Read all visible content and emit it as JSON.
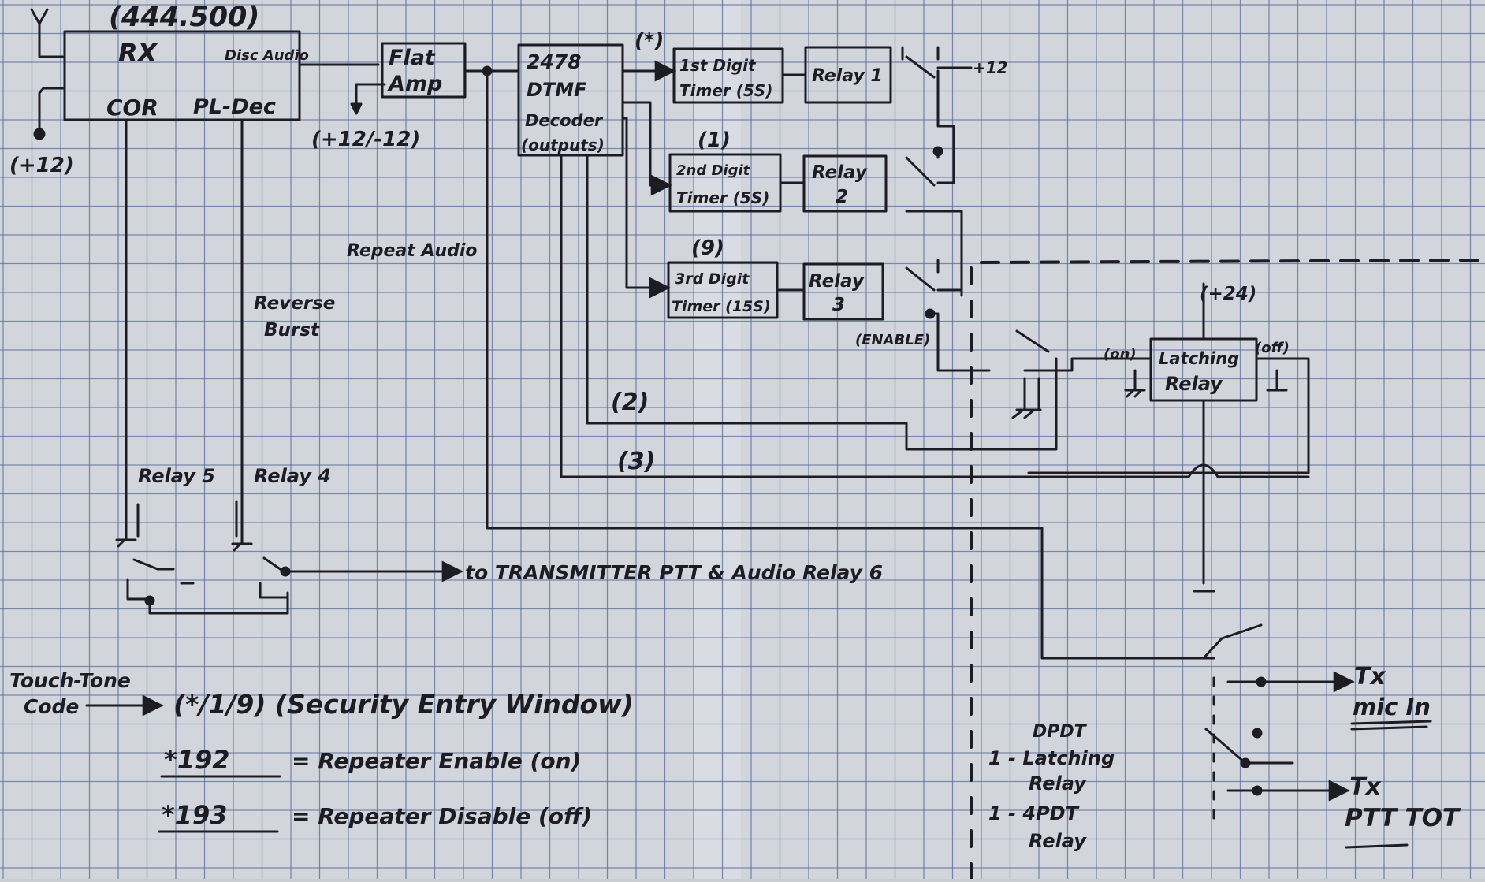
{
  "colors": {
    "paper": "#d2d5dc",
    "grid": "#5a6f9a",
    "ink": "#1c1c22",
    "shadow": "#aeb2bb"
  },
  "header": {
    "frequency": "(444.500)",
    "ant_voltage": "(+12)"
  },
  "rx": {
    "label": "RX",
    "cor": "COR",
    "pl_dec": "PL-Dec",
    "disc_audio": "Disc Audio"
  },
  "flat_amp": {
    "line1": "Flat",
    "line2": "Amp",
    "supply": "(+12/-12)"
  },
  "dtmf": {
    "line1": "2478",
    "line2": "DTMF",
    "line3": "Decoder",
    "line4": "(outputs)",
    "out_star": "(*)",
    "out_1": "(1)",
    "out_9": "(9)",
    "out_2": "(2)",
    "out_3": "(3)"
  },
  "timers": [
    {
      "line1": "1st Digit",
      "line2": "Timer (5S)"
    },
    {
      "line1": "2nd Digit",
      "line2": "Timer (5S)"
    },
    {
      "line1": "3rd Digit",
      "line2": "Timer (15S)"
    }
  ],
  "relays": {
    "relay1": "Relay 1",
    "relay1_supply": "+12",
    "relay2_l1": "Relay",
    "relay2_l2": "2",
    "relay3_l1": "Relay",
    "relay3_l2": "3",
    "enable": "(ENABLE)",
    "relay4": "Relay 4",
    "relay5": "Relay 5"
  },
  "latching": {
    "line1": "Latching",
    "line2": "Relay",
    "supply": "(+24)",
    "on": "(on)",
    "off": "(off)"
  },
  "signals": {
    "repeat_audio": "Repeat Audio",
    "reverse_burst_l1": "Reverse",
    "reverse_burst_l2": "Burst",
    "to_transmitter": "to TRANSMITTER  PTT & Audio Relay 6"
  },
  "outputs": {
    "tx1": "Tx",
    "mic_in": "mic In",
    "tx2": "Tx",
    "ptt_tot": "PTT TOT"
  },
  "legend": {
    "touch_l1": "Touch-Tone",
    "touch_l2": "Code",
    "window": "(*/1/9) (Security Entry Window)",
    "code_on": "*192",
    "code_on_desc": "= Repeater Enable (on)",
    "code_off": "*193",
    "code_off_desc": "= Repeater Disable (off)"
  },
  "parts": {
    "dpdt": "DPDT",
    "latching_l1": "1 - Latching",
    "latching_l2": "Relay",
    "fourpdt_l1": "1 - 4PDT",
    "fourpdt_l2": "Relay"
  }
}
